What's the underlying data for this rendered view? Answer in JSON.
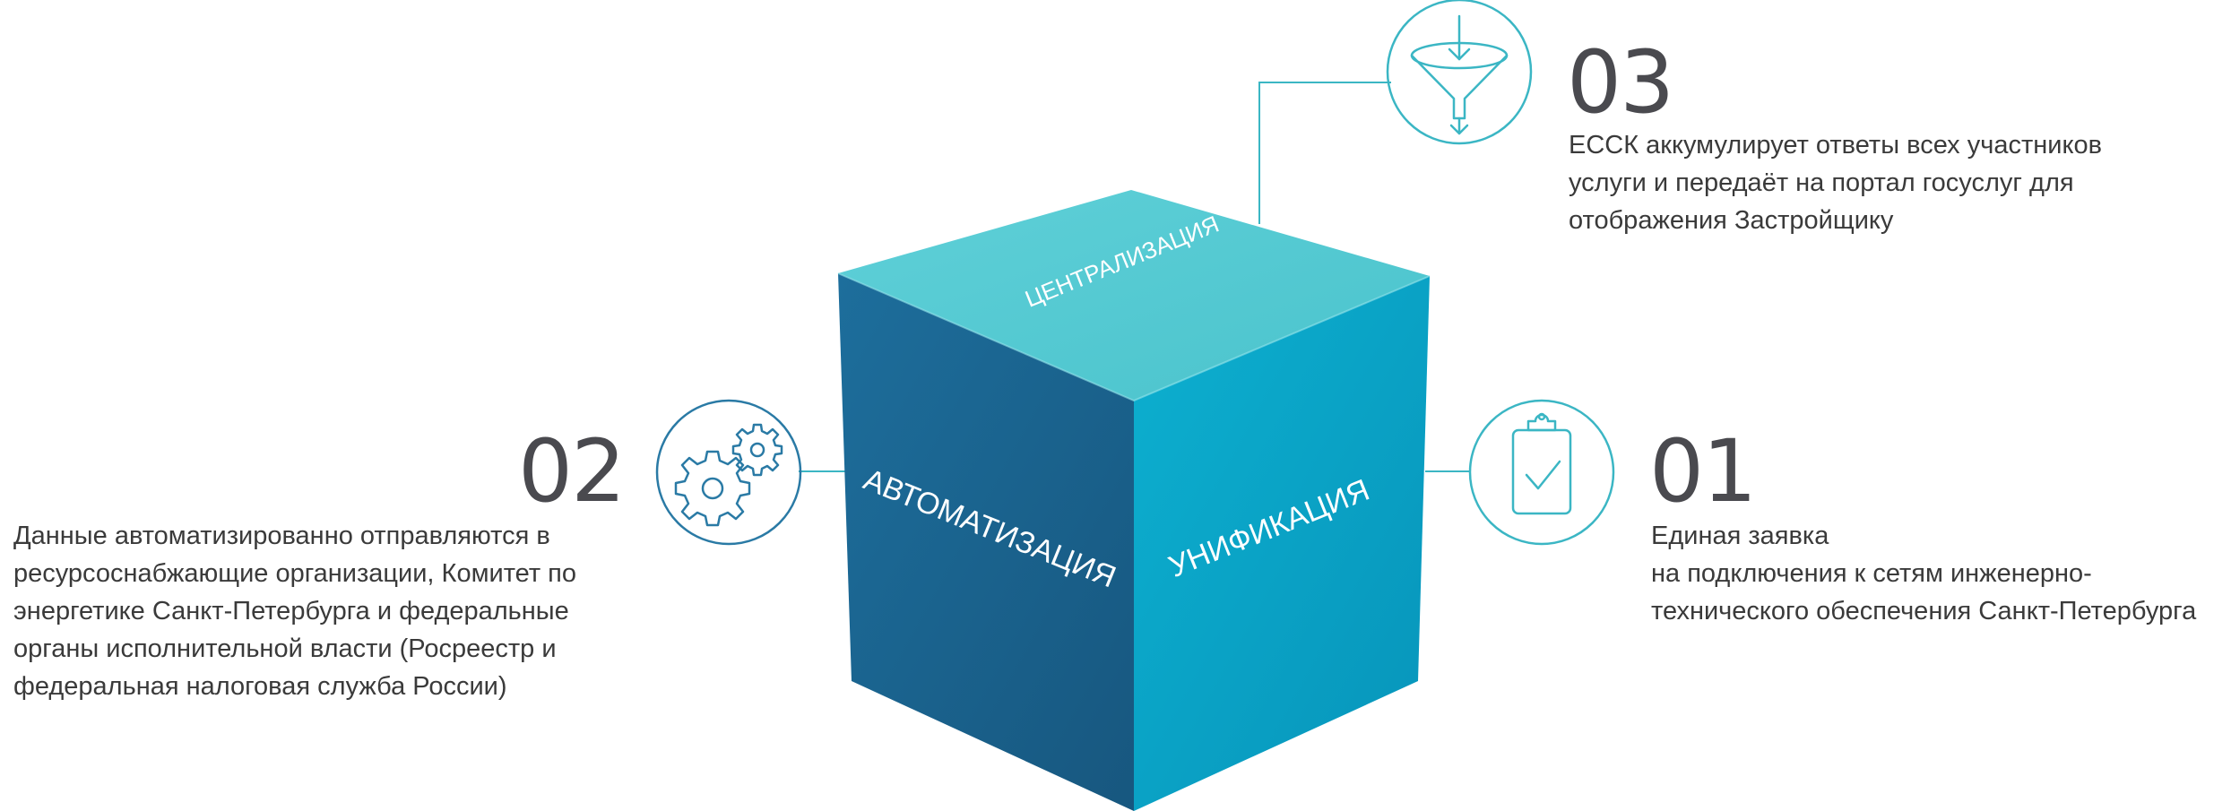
{
  "colors": {
    "cube_top": "#56c9d1",
    "cube_left": "#1b6592",
    "cube_right": "#0aa3c6",
    "accent_line": "#3bb6c4",
    "icon_stroke": "#2a7aa5",
    "number_text": "#4a4a4f"
  },
  "cube": {
    "top_label": "ЦЕНТРАЛИЗАЦИЯ",
    "left_label": "АВТОМАТИЗАЦИЯ",
    "right_label": "УНИФИКАЦИЯ"
  },
  "blocks": [
    {
      "number": "03",
      "icon": "funnel-icon",
      "text": "ЕССК аккумулирует ответы всех участников\nуслуги и передаёт на портал госуслуг для\nотображения Застройщику"
    },
    {
      "number": "02",
      "icon": "gears-icon",
      "text": "Данные автоматизированно отправляются в\nресурсоснабжающие организации, Комитет по\nэнергетике Санкт-Петербурга и федеральные\nорганы исполнительной власти (Росреестр и\nфедеральная налоговая служба России)"
    },
    {
      "number": "01",
      "icon": "clipboard-check-icon",
      "text": "Единая заявка\nна подключения к сетям инженерно-\nтехнического обеспечения Санкт-Петербурга"
    }
  ]
}
